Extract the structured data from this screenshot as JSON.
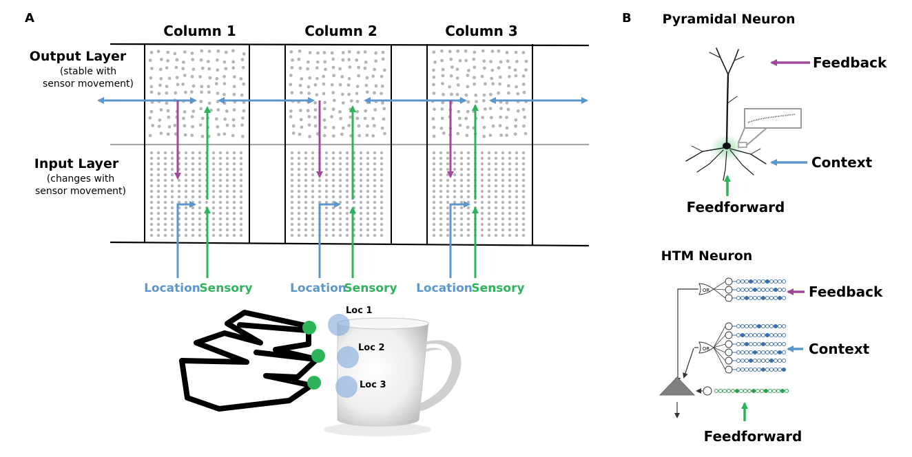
{
  "panel_a": {
    "letter": "A",
    "columns": [
      "Column 1",
      "Column 2",
      "Column 3"
    ],
    "output_layer": {
      "title": "Output Layer",
      "subtitle_line1": "(stable with",
      "subtitle_line2": "sensor movement)"
    },
    "input_layer": {
      "title": "Input Layer",
      "subtitle_line1": "(changes with",
      "subtitle_line2": "sensor movement)"
    },
    "inputs": [
      {
        "location": "Location",
        "sensory": "Sensory"
      },
      {
        "location": "Location",
        "sensory": "Sensory"
      },
      {
        "location": "Location",
        "sensory": "Sensory"
      }
    ],
    "cup_locations": [
      "Loc 1",
      "Loc 2",
      "Loc 3"
    ]
  },
  "panel_b": {
    "letter": "B",
    "pyramidal": {
      "title": "Pyramidal Neuron",
      "feedback": "Feedback",
      "context": "Context",
      "feedforward": "Feedforward"
    },
    "htm": {
      "title": "HTM Neuron",
      "feedback": "Feedback",
      "context": "Context",
      "feedforward": "Feedforward",
      "or_label": "OR"
    }
  },
  "colors": {
    "location_blue": "#5b97cc",
    "sensory_green": "#2db35a",
    "feedback_purple": "#a3479b",
    "dot_gray": "#b5b5b5",
    "htm_blue": "#3b6fa8",
    "htm_green": "#2e9e4f"
  }
}
